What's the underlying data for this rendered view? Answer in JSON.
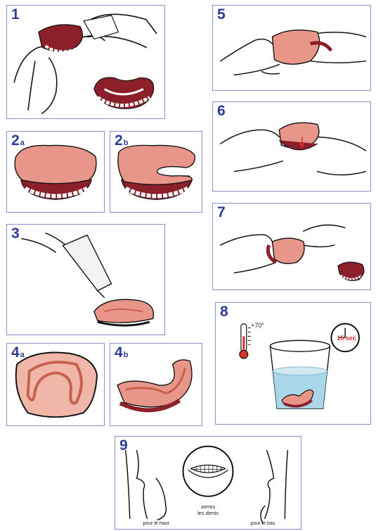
{
  "steps": {
    "s1": {
      "number": "1"
    },
    "s2a": {
      "number": "2",
      "suffix": "a"
    },
    "s2b": {
      "number": "2",
      "suffix": "b"
    },
    "s3": {
      "number": "3"
    },
    "s4a": {
      "number": "4",
      "suffix": "a"
    },
    "s4b": {
      "number": "4",
      "suffix": "b"
    },
    "s5": {
      "number": "5"
    },
    "s6": {
      "number": "6"
    },
    "s7": {
      "number": "7"
    },
    "s8": {
      "number": "8",
      "temperature": "+70°",
      "timer": "15 sec"
    },
    "s9": {
      "number": "9",
      "caption_top": "pour le haut",
      "caption_bite_line1": "serrez",
      "caption_bite_line2": "les dents",
      "caption_bottom": "pour le bas"
    }
  },
  "colors": {
    "border": "#8a8fc8",
    "number": "#2d3c9a",
    "gum": "#8b1f2a",
    "pad": "#e9968a",
    "pad_dark": "#c8604f",
    "water": "#a9d6e8",
    "timer_red": "#d9322b"
  }
}
